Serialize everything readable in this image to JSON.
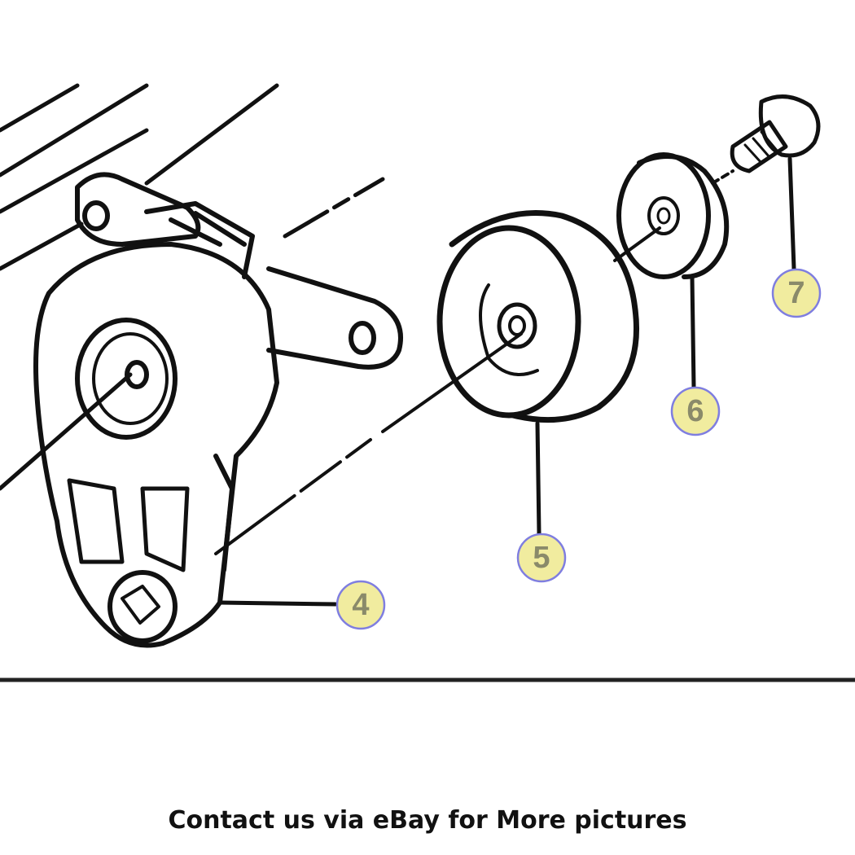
{
  "caption": "Contact us via eBay for More pictures",
  "callouts": [
    {
      "label": "4"
    },
    {
      "label": "5"
    },
    {
      "label": "6"
    },
    {
      "label": "7"
    }
  ],
  "colors": {
    "callout_fill": "#f1ec9f",
    "callout_stroke": "#7f7ee0",
    "callout_text": "#8a8a6a",
    "ink": "#111111"
  }
}
